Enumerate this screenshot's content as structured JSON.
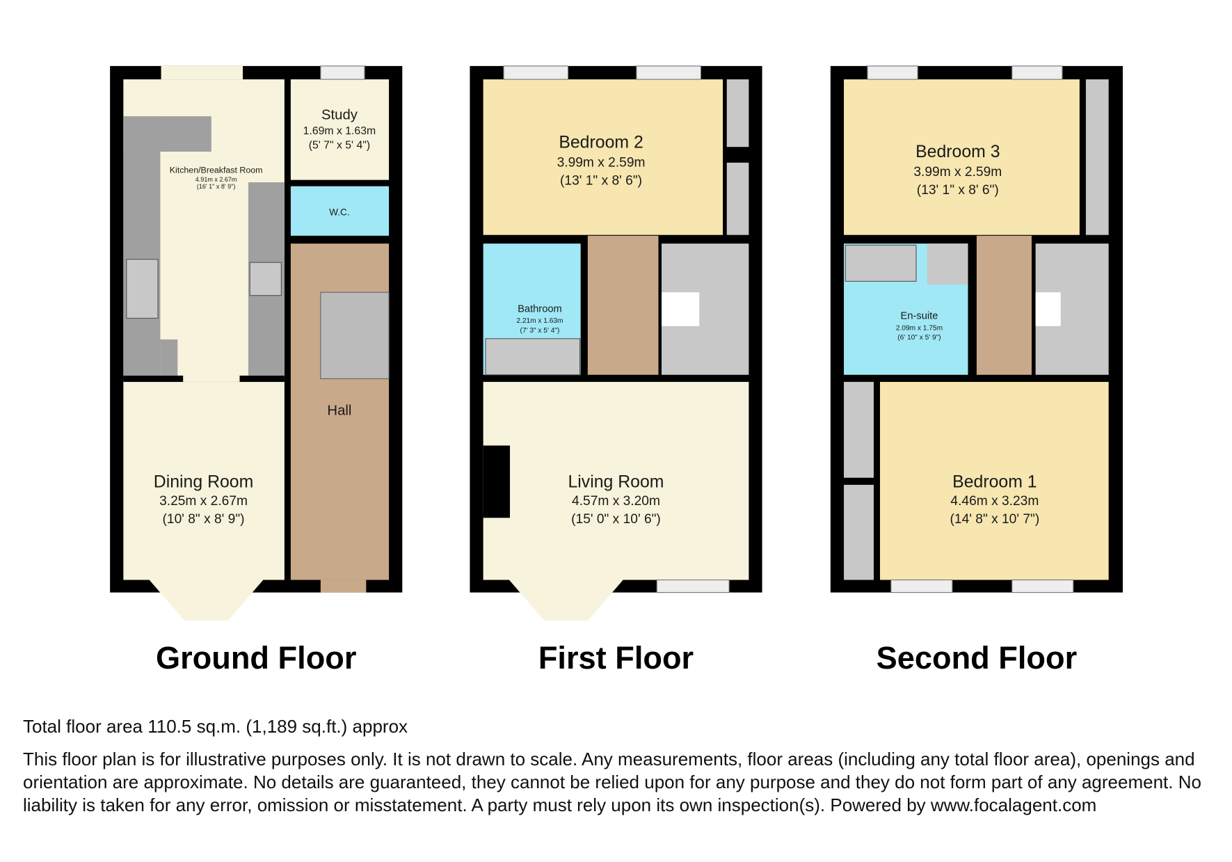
{
  "floors": [
    {
      "title": "Ground Floor",
      "rooms": [
        {
          "name": "Kitchen/Breakfast Room",
          "metric": "4.91m x 2.67m",
          "imperial": "(16' 1\" x 8' 9\")"
        },
        {
          "name": "Study",
          "metric": "1.69m x 1.63m",
          "imperial": "(5' 7\" x 5' 4\")"
        },
        {
          "name": "W.C."
        },
        {
          "name": "Hall"
        },
        {
          "name": "Dining Room",
          "metric": "3.25m x 2.67m",
          "imperial": "(10' 8\" x 8' 9\")"
        }
      ]
    },
    {
      "title": "First Floor",
      "rooms": [
        {
          "name": "Bedroom 2",
          "metric": "3.99m x 2.59m",
          "imperial": "(13' 1\" x 8' 6\")"
        },
        {
          "name": "Bathroom",
          "metric": "2.21m x 1.63m",
          "imperial": "(7' 3\" x 5' 4\")"
        },
        {
          "name": "Living Room",
          "metric": "4.57m x 3.20m",
          "imperial": "(15' 0\" x 10' 6\")"
        }
      ]
    },
    {
      "title": "Second Floor",
      "rooms": [
        {
          "name": "Bedroom 3",
          "metric": "3.99m x 2.59m",
          "imperial": "(13' 1\" x 8' 6\")"
        },
        {
          "name": "En-suite",
          "metric": "2.09m x 1.75m",
          "imperial": "(6' 10\" x 5' 9\")"
        },
        {
          "name": "Bedroom 1",
          "metric": "4.46m x 3.23m",
          "imperial": "(14' 8\" x 10' 7\")"
        }
      ]
    }
  ],
  "footer": {
    "total_area": "Total floor area 110.5 sq.m. (1,189 sq.ft.) approx",
    "disclaimer": "This floor plan is for illustrative purposes only. It is not drawn to scale. Any measurements, floor areas (including any total floor area), openings and orientation are approximate. No details are guaranteed, they cannot be relied upon for any purpose and they do not form part of any agreement. No liability is taken for any error, omission or misstatement. A party must rely upon its own inspection(s). Powered by www.focalagent.com"
  },
  "colors": {
    "wall": "#000000",
    "cream": "#f8f3dc",
    "yellow": "#f7e6b0",
    "wet": "#a0e8f6",
    "hall": "#c8a98a",
    "fitted": "#a0a0a0"
  }
}
